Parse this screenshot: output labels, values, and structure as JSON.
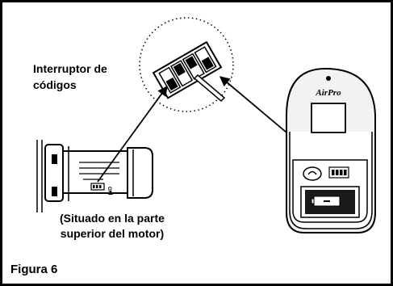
{
  "figure": {
    "code_switch_label": {
      "line1": "Interruptor de",
      "line2": "códigos"
    },
    "location_note": {
      "line1": "(Situado en la parte",
      "line2": "superior del motor)"
    },
    "caption": "Figura 6"
  },
  "motor": {
    "switch_on_text": "ON"
  },
  "remote": {
    "brand_logo": "AirPro"
  },
  "colors": {
    "ink": "#000000",
    "paper": "#ffffff",
    "light_fill": "#f2f2f2",
    "dark_fill": "#1a1a1a"
  }
}
